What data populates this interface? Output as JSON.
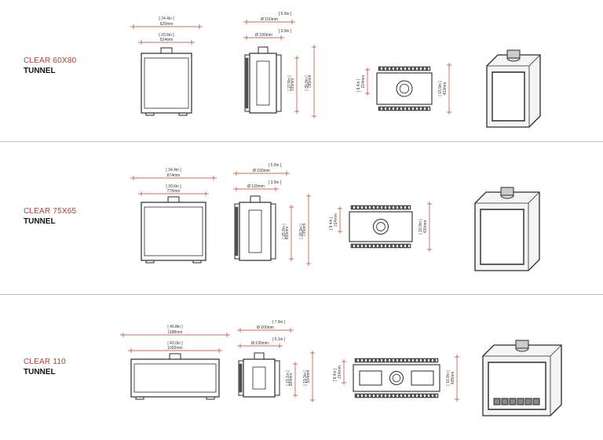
{
  "colors": {
    "accent": "#c0392b",
    "line": "#2a2a2a",
    "separator": "#bdbdbd",
    "text": "#111111"
  },
  "models": [
    {
      "name": "CLEAR 60X80",
      "type": "TUNNEL",
      "front": {
        "outer_in": "24.4in",
        "outer_mm": "620mm",
        "inner_in": "20.6in",
        "inner_mm": "524mm"
      },
      "side": {
        "flue1_in": "5.9in",
        "flue1_mm": "Ø 150mm",
        "flue2_in": "3.9in",
        "flue2_mm": "Ø 100mm",
        "h1_in": "27.8in",
        "h1_mm": "705mm",
        "h2_in": "30.9in",
        "h2_mm": "785mm"
      },
      "top": {
        "d1_in": "8.4in",
        "d1_mm": "214mm",
        "d2_in": "15.9in",
        "d2_mm": "403mm"
      }
    },
    {
      "name": "CLEAR 75X65",
      "type": "TUNNEL",
      "front": {
        "outer_in": "34.4in",
        "outer_mm": "874mm",
        "inner_in": "30.6in",
        "inner_mm": "778mm"
      },
      "side": {
        "flue1_in": "5.9in",
        "flue1_mm": "Ø 150mm",
        "flue2_in": "3.9in",
        "flue2_mm": "Ø 100mm",
        "h1_in": "25.8in",
        "h1_mm": "655mm",
        "h2_in": "28.9in",
        "h2_mm": "735mm"
      },
      "top": {
        "d1_in": "8.4in",
        "d1_mm": "214mm",
        "d2_in": "16.9in",
        "d2_mm": "430mm"
      }
    },
    {
      "name": "CLEAR 110",
      "type": "TUNNEL",
      "front": {
        "outer_in": "46.8in",
        "outer_mm": "1188mm",
        "inner_in": "43.0in",
        "inner_mm": "1092mm"
      },
      "side": {
        "flue1_in": "7.9in",
        "flue1_mm": "Ø 200mm",
        "flue2_in": "5.1in",
        "flue2_mm": "Ø 130mm",
        "h1_in": "15.1in",
        "h1_mm": "384mm",
        "h2_in": "19.3in",
        "h2_mm": "534mm"
      },
      "top": {
        "d1_in": "8.4in",
        "d1_mm": "214mm",
        "d2_in": "16.9in",
        "d2_mm": "428mm"
      }
    }
  ]
}
